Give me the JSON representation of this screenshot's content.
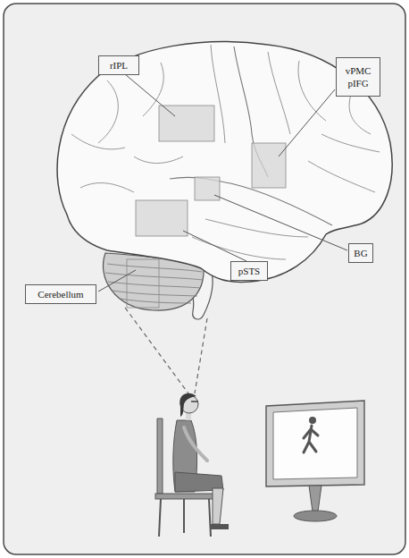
{
  "diagram": {
    "nodes": [
      {
        "text": [
          "rIPL"
        ]
      },
      {
        "text": [
          "vPMC pIFG"
        ]
      },
      {
        "text": [
          "BG"
        ]
      },
      {
        "text": [
          "pSTS"
        ]
      },
      {
        "text": [
          "Cerebellum"
        ]
      }
    ]
  }
}
